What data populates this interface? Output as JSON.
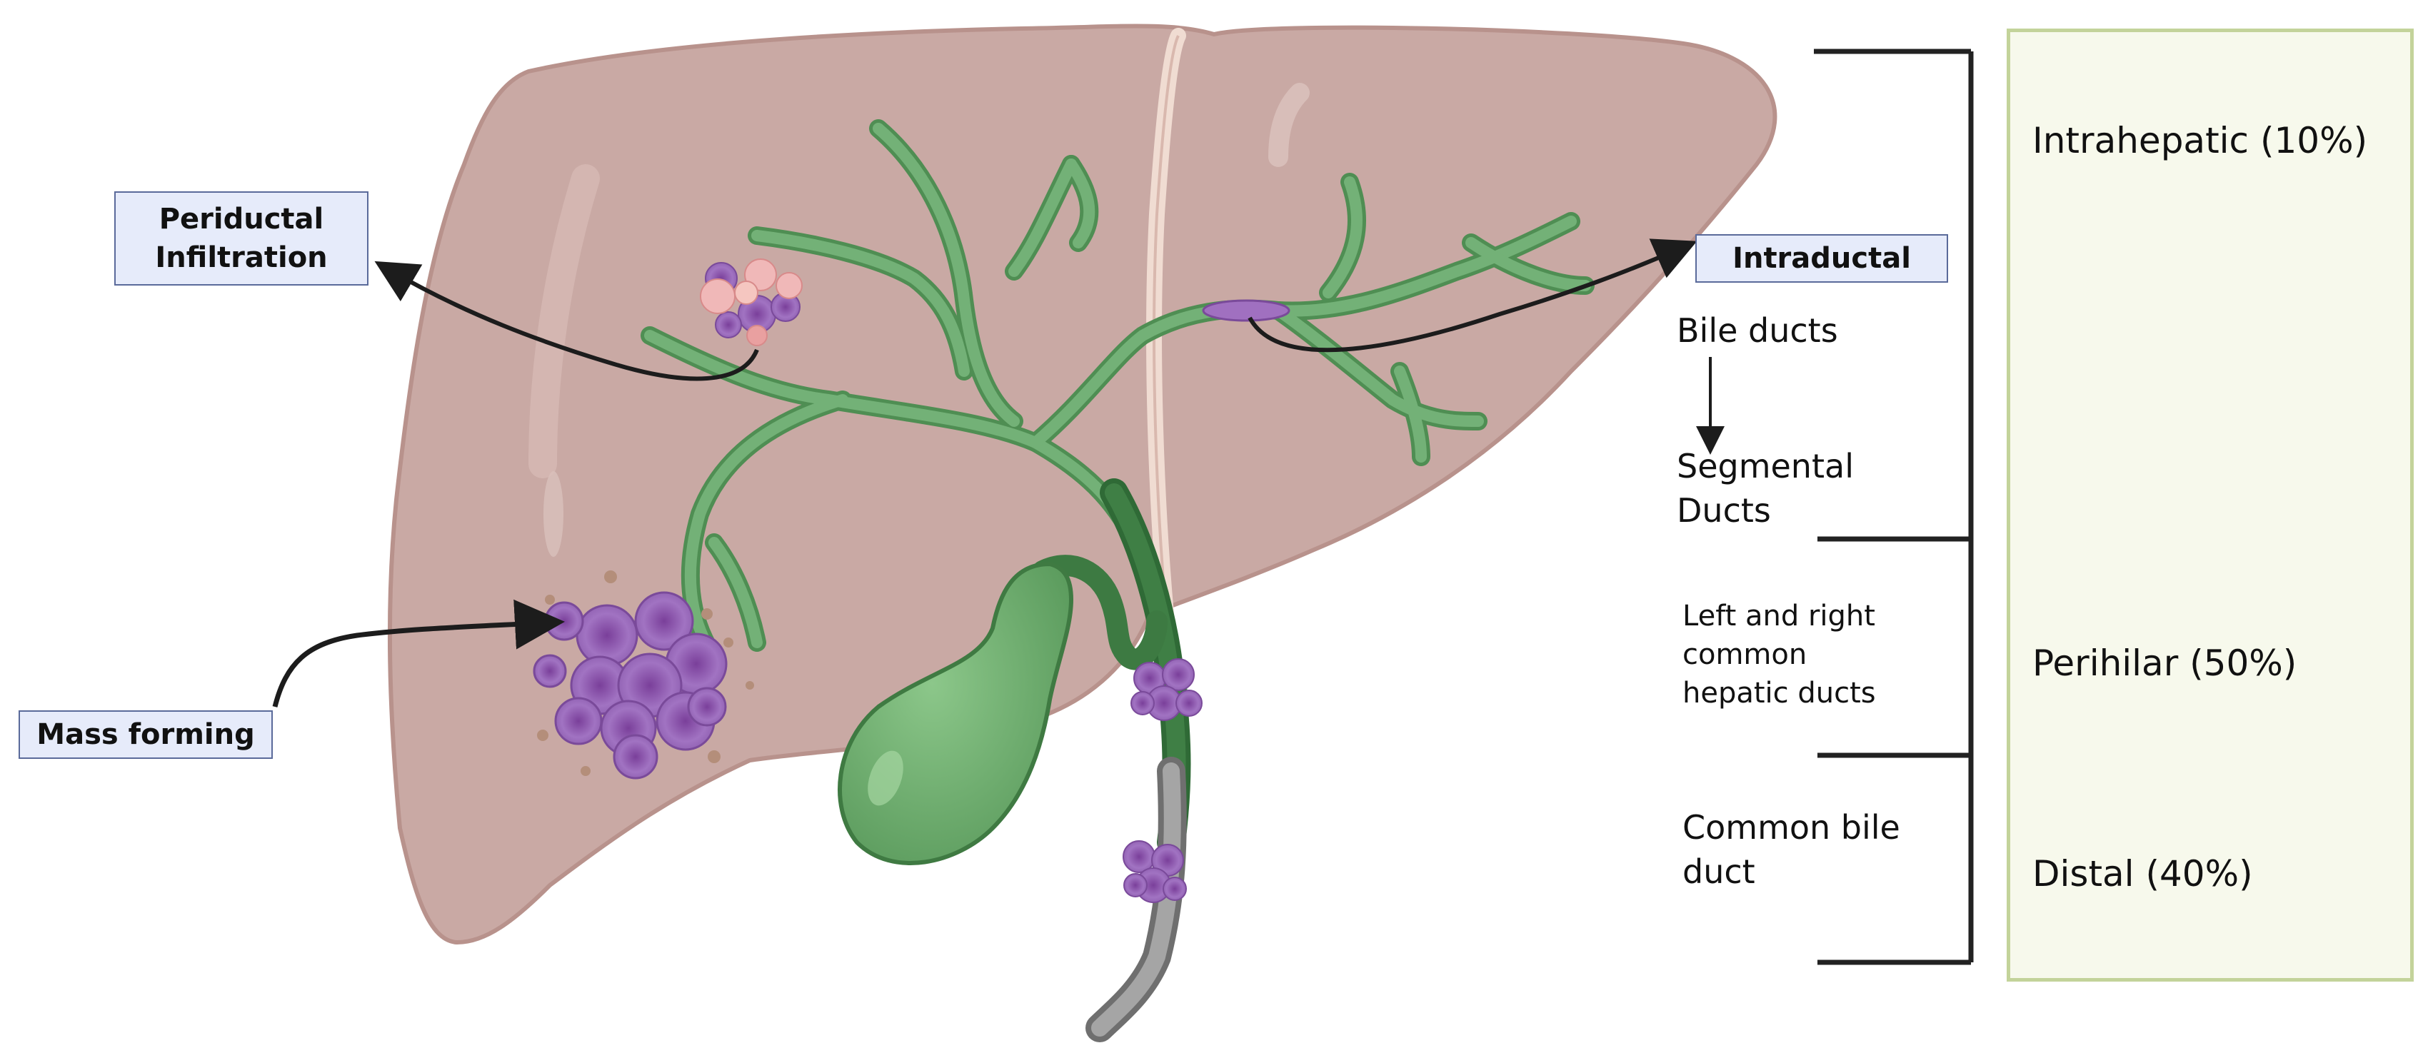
{
  "labels": {
    "periductal_line1": "Periductal",
    "periductal_line2": "Infiltration",
    "intraductal": "Intraductal",
    "mass_forming": "Mass forming"
  },
  "anatomy": {
    "bile_ducts": "Bile ducts",
    "segmental_line1": "Segmental",
    "segmental_line2": "Ducts",
    "hepatic_line1": "Left and right",
    "hepatic_line2": "common",
    "hepatic_line3": "hepatic ducts",
    "cbd_line1": "Common bile",
    "cbd_line2": "duct"
  },
  "regions": {
    "intrahepatic": "Intrahepatic (10%)",
    "perihilar": "Perihilar (50%)",
    "distal": "Distal (40%)"
  },
  "colors": {
    "liver": "#c9a9a4",
    "liver_edge": "#b8928c",
    "duct": "#6aa86e",
    "gallbladder": "#6ba96c",
    "tumor": "#9b6bb8",
    "panel_border": "#c3d39a",
    "panel_fill": "#f7f9ec",
    "box_fill": "#e6ebfa"
  }
}
